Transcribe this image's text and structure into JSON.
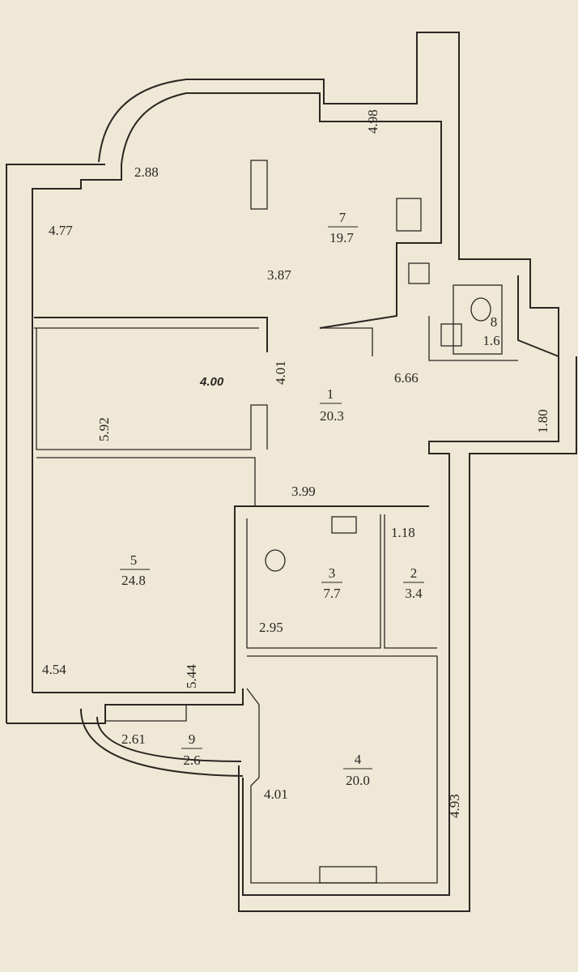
{
  "rooms": [
    {
      "number": "7",
      "area": "19.7"
    },
    {
      "number": "8",
      "area": "1.6"
    },
    {
      "number": "1",
      "area": "20.3"
    },
    {
      "number": "5",
      "area": "24.8"
    },
    {
      "number": "3",
      "area": "7.7"
    },
    {
      "number": "2",
      "area": "3.4"
    },
    {
      "number": "9",
      "area": "2.6"
    },
    {
      "number": "4",
      "area": "20.0"
    }
  ],
  "dimensions": {
    "d498": "4.98",
    "d288": "2.88",
    "d477": "4.77",
    "d387": "3.87",
    "d400": "4.00",
    "d401a": "4.01",
    "d666": "6.66",
    "d180": "1.80",
    "d592": "5.92",
    "d399": "3.99",
    "d118": "1.18",
    "d295": "2.95",
    "d454": "4.54",
    "d544": "5.44",
    "d261": "2.61",
    "d401b": "4.01",
    "d493": "4.93"
  }
}
